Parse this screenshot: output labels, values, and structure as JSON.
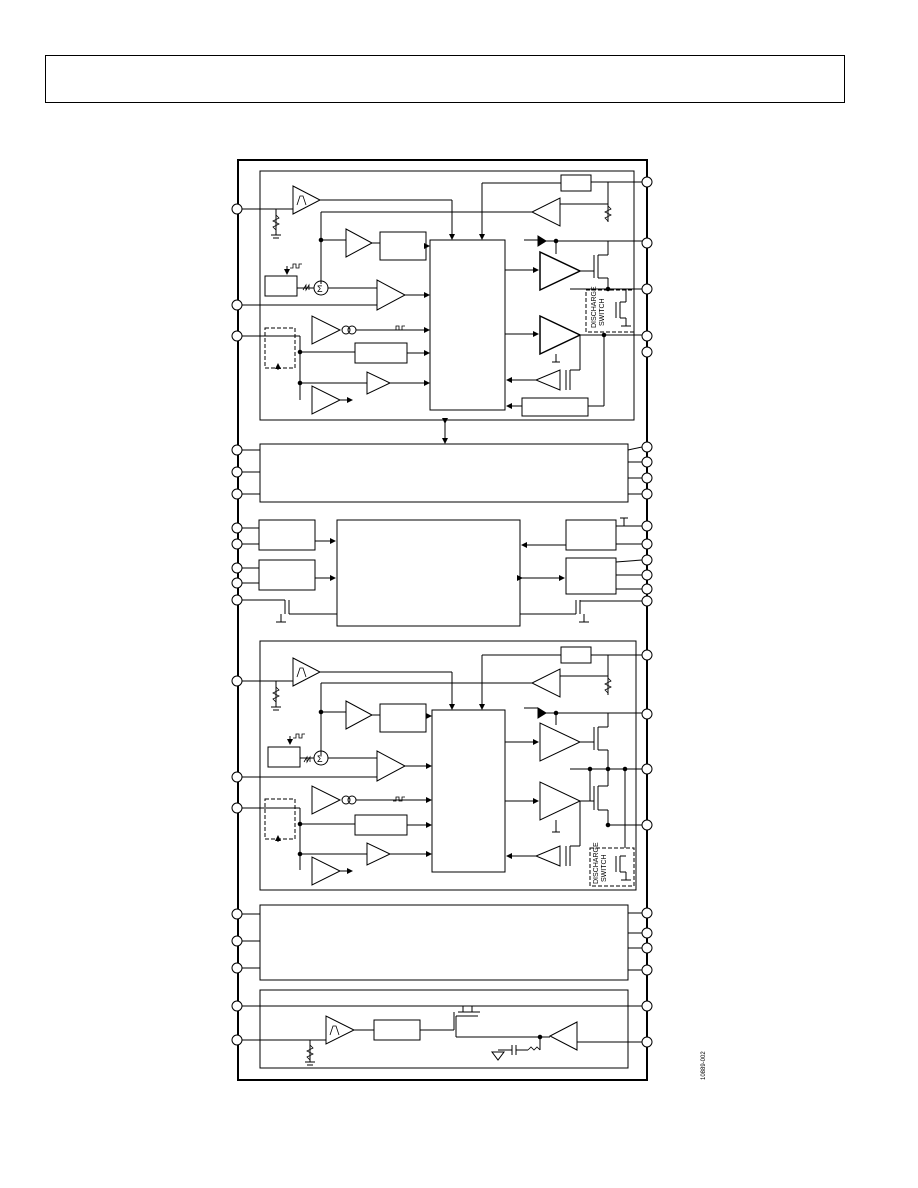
{
  "header": {
    "title": ""
  },
  "figure": {
    "id_label": "10889-002",
    "discharge_label_line1": "DISCHARGE",
    "discharge_label_line2": "SWITCH"
  }
}
